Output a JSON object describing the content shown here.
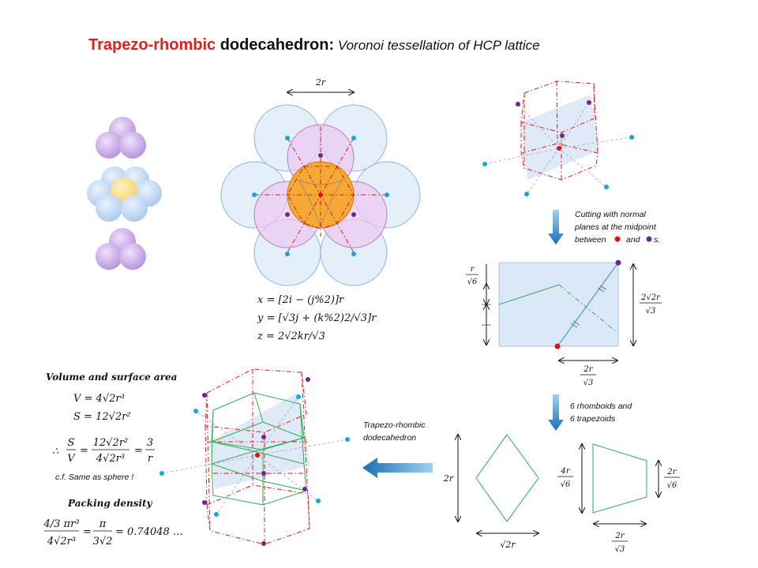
{
  "title": {
    "part1": "Trapezo-rhombic",
    "part2": " dodecahedron:",
    "part3": " Voronoi tessellation of HCP lattice"
  },
  "labels": {
    "top_width": "2r",
    "formula_x": "x = [2i − (j%2)]r",
    "formula_y": "y = [√3j + (k%2)2/√3]r",
    "formula_z": "z = 2√2kr/√3",
    "cut_note_1": "Cutting with normal",
    "cut_note_2": "planes at the midpoint",
    "cut_note_3": "between",
    "cut_note_and": "and",
    "cut_note_s": "s.",
    "rect_left_num": "r",
    "rect_left_den": "√6",
    "rect_right_num": "2√2r",
    "rect_right_den": "√3",
    "rect_bottom_num": "2r",
    "rect_bottom_den": "√3",
    "pieces_1": "6 rhomboids and",
    "pieces_2": "6 trapezoids",
    "rhombus_height": "2r",
    "rhombus_width": "√2r",
    "trap_left_num": "4r",
    "trap_left_den": "√6",
    "trap_right_num": "2r",
    "trap_right_den": "√6",
    "trap_bottom_num": "2r",
    "trap_bottom_den": "√3",
    "solid_label_1": "Trapezo-rhombic",
    "solid_label_2": "dodecahedron",
    "vol_heading": "Volume and surface area",
    "vol_V": "V = 4√2r³",
    "vol_S": "S = 12√2r²",
    "ratio_therefore": "∴",
    "ratio_lhs_num": "S",
    "ratio_lhs_den": "V",
    "ratio_mid_num": "12√2r²",
    "ratio_mid_den": "4√2r³",
    "ratio_rhs_num": "3",
    "ratio_rhs_den": "r",
    "cf_note": "c.f.  Same as sphere !",
    "pack_heading": "Packing density",
    "pack_num": "4/3 πr³",
    "pack_den": "4√2r³",
    "pack_mid_num": "π",
    "pack_mid_den": "3√2",
    "pack_result": "= 0.74048 …"
  },
  "colors": {
    "title_red": "#e0201f",
    "blue_sphere": "#b9d3f0",
    "violet_sphere": "#c9a6e6",
    "orange_sphere": "#f7a936",
    "red_dash": "#d81b1b",
    "green_line": "#2fae4f",
    "cyan_dot": "#16a6dd",
    "purple_dot": "#6a2a8a",
    "red_dot": "#e01010",
    "arrow_blue": "#1a7fc2"
  }
}
